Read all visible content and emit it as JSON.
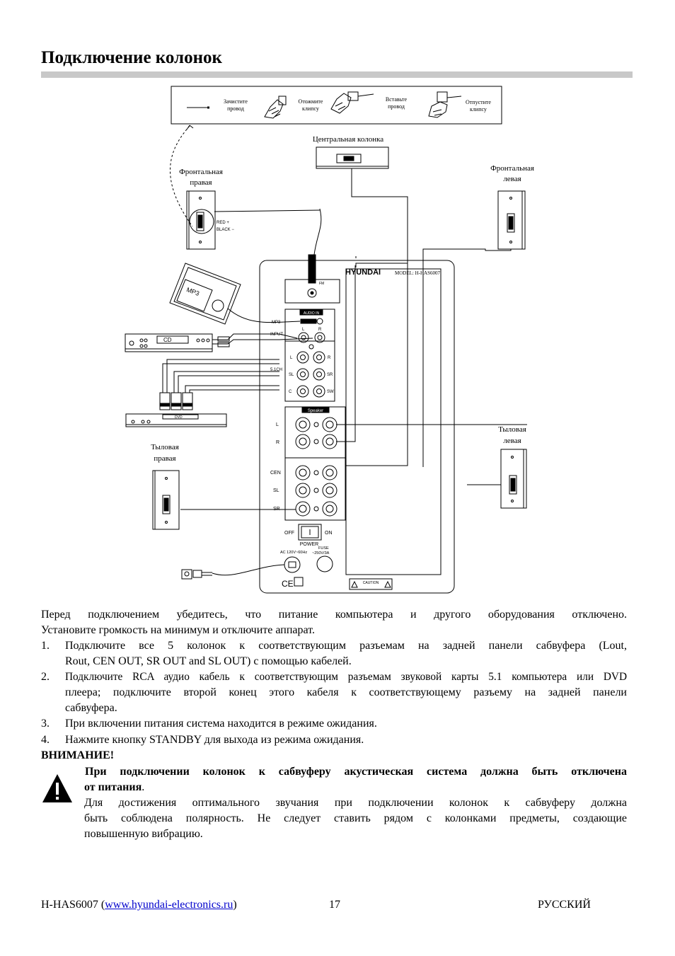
{
  "page_title": "Подключение колонок",
  "diagram": {
    "steps": [
      {
        "line1": "Зачистите",
        "line2": "провод"
      },
      {
        "line1": "Отожмите",
        "line2": "клипсу"
      },
      {
        "line1": "Вставьте",
        "line2": "провод"
      },
      {
        "line1": "Отпустите",
        "line2": "клипсу"
      }
    ],
    "center_speaker": "Центральная колонка",
    "front_right": {
      "line1": "Фронтальная",
      "line2": "правая"
    },
    "front_left": {
      "line1": "Фронтальная",
      "line2": "левая"
    },
    "rear_right": {
      "line1": "Тыловая",
      "line2": "правая"
    },
    "rear_left": {
      "line1": "Тыловая",
      "line2": "левая"
    },
    "red_label": "RED +",
    "black_label": "BLACK −",
    "brand": "HYUNDAI",
    "model": "MODEL: H-HAS6007",
    "fm": "FM",
    "audio_in": "AUDIO IN",
    "mp3_jack": "MP3",
    "input_label": "INPUT",
    "ch51": "5.1CH",
    "in_l": "L",
    "in_r": "R",
    "j_l": "L",
    "j_r": "R",
    "j_sl": "SL",
    "j_sr": "SR",
    "j_c": "C",
    "j_sw": "SW",
    "speaker_header": "Speaker",
    "sp_l": "L",
    "sp_r": "R",
    "sp_cen": "CEN",
    "sp_sl": "SL",
    "sp_sr": "SR",
    "off": "OFF",
    "on": "ON",
    "power": "POWER",
    "ac": "AC 120V~60Hz",
    "fuse1": "FUSE",
    "fuse2": "~250V/3A",
    "caution": "CAUTION",
    "mp3_device": "MP3",
    "cd_device": "CD",
    "dvd_device": "DVD",
    "ce": "CE"
  },
  "intro": [
    "Перед подключением убедитесь, что питание компьютера и другого оборудования отключено.",
    "Установите громкость на минимум и отключите аппарат."
  ],
  "list": [
    {
      "num": "1.",
      "lines": [
        "Подключите все 5 колонок к соответствующим разъемам на задней панели сабвуфера (Lout,",
        "Rout, CEN OUT, SR OUT and SL OUT) с помощью кабелей."
      ]
    },
    {
      "num": "2.",
      "lines": [
        "Подключите RCA аудио кабель к соответствующим разъемам звуковой карты 5.1 компьютера или DVD",
        "плеера; подключите второй конец этого кабеля к соответствующему разъему на задней панели",
        "сабвуфера."
      ]
    },
    {
      "num": "3.",
      "lines": [
        "При включении питания система находится в режиме ожидания."
      ]
    },
    {
      "num": "4.",
      "lines": [
        "Нажмите кнопку STANDBY для выхода из режима ожидания."
      ]
    }
  ],
  "warning": {
    "heading": "ВНИМАНИЕ!",
    "bold_line1": "При подключении колонок к сабвуферу акустическая система должна быть отключена",
    "bold_line2": "от питания",
    "bold_end": ".",
    "body": [
      "Для достижения оптимального звучания  при подключении колонок к сабвуферу должна",
      "быть соблюдена полярность. Не следует ставить рядом с колонками предметы, создающие",
      "повышенную вибрацию."
    ]
  },
  "footer": {
    "model": "H-HAS6007 (",
    "url": "www.hyundai-electronics.ru",
    "close": ")",
    "page": "17",
    "language": "РУССКИЙ"
  }
}
